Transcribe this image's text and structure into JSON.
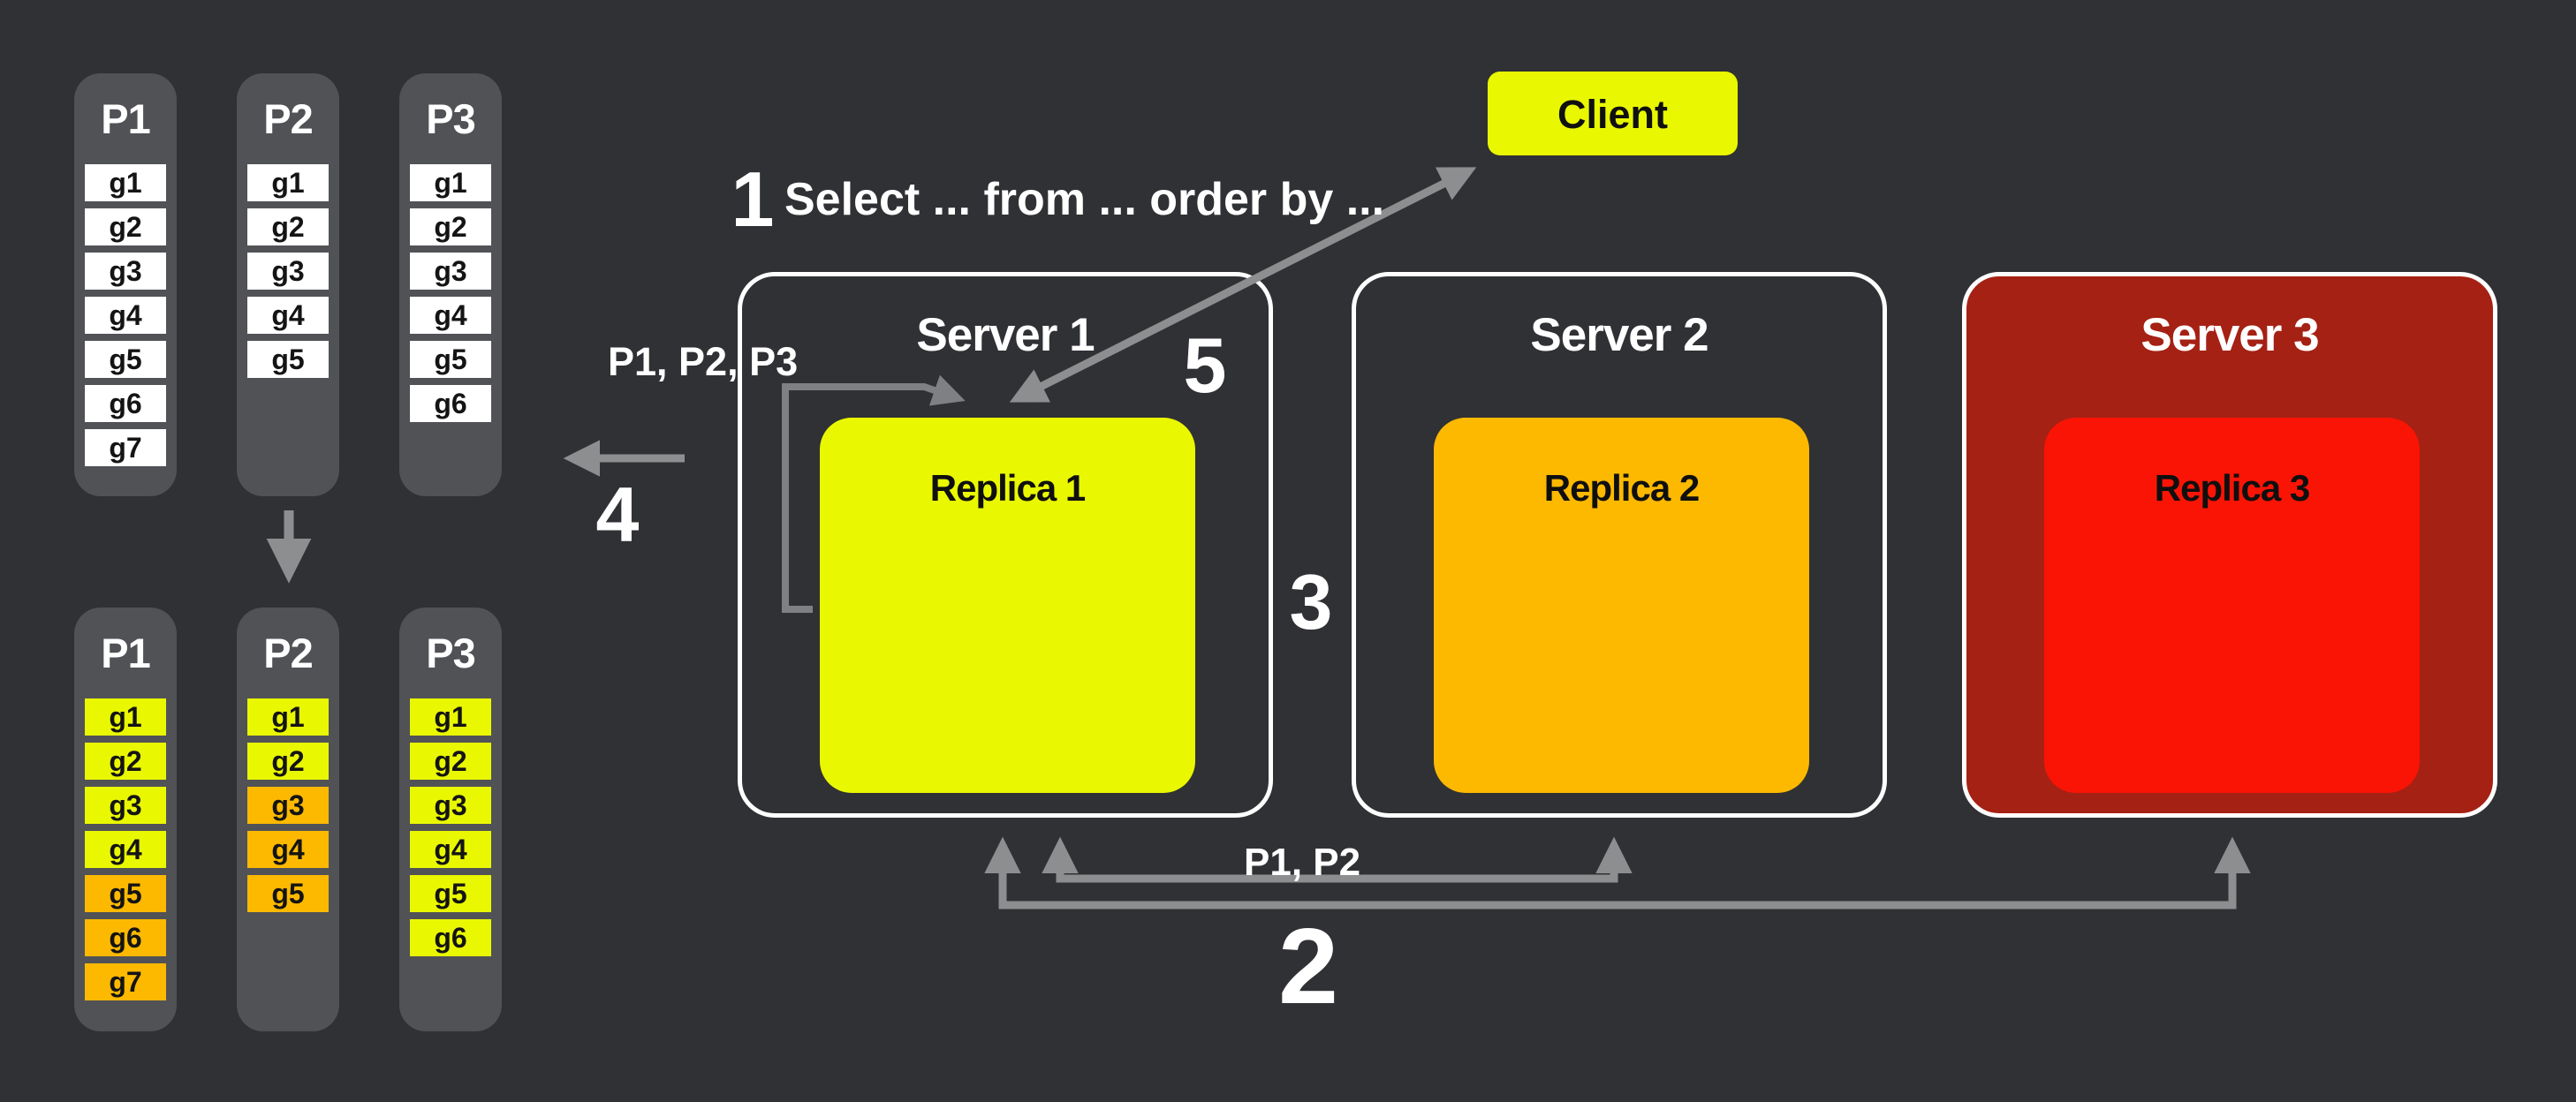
{
  "colors": {
    "background": "#303134",
    "column": "#515256",
    "cell_white": "#ffffff",
    "yellow": "#e9f800",
    "orange": "#fcb900",
    "server3_fill": "#a52114",
    "replica3_fill": "#f91405",
    "arrow": "#8d8e90",
    "staple_arrow": "#7f8083"
  },
  "partitions_top": [
    {
      "label": "P1",
      "cells": [
        {
          "text": "g1",
          "fill": "cell_white"
        },
        {
          "text": "g2",
          "fill": "cell_white"
        },
        {
          "text": "g3",
          "fill": "cell_white"
        },
        {
          "text": "g4",
          "fill": "cell_white"
        },
        {
          "text": "g5",
          "fill": "cell_white"
        },
        {
          "text": "g6",
          "fill": "cell_white"
        },
        {
          "text": "g7",
          "fill": "cell_white"
        }
      ]
    },
    {
      "label": "P2",
      "cells": [
        {
          "text": "g1",
          "fill": "cell_white"
        },
        {
          "text": "g2",
          "fill": "cell_white"
        },
        {
          "text": "g3",
          "fill": "cell_white"
        },
        {
          "text": "g4",
          "fill": "cell_white"
        },
        {
          "text": "g5",
          "fill": "cell_white"
        }
      ]
    },
    {
      "label": "P3",
      "cells": [
        {
          "text": "g1",
          "fill": "cell_white"
        },
        {
          "text": "g2",
          "fill": "cell_white"
        },
        {
          "text": "g3",
          "fill": "cell_white"
        },
        {
          "text": "g4",
          "fill": "cell_white"
        },
        {
          "text": "g5",
          "fill": "cell_white"
        },
        {
          "text": "g6",
          "fill": "cell_white"
        }
      ]
    }
  ],
  "partitions_bottom": [
    {
      "label": "P1",
      "cells": [
        {
          "text": "g1",
          "fill": "yellow"
        },
        {
          "text": "g2",
          "fill": "yellow"
        },
        {
          "text": "g3",
          "fill": "yellow"
        },
        {
          "text": "g4",
          "fill": "yellow"
        },
        {
          "text": "g5",
          "fill": "orange"
        },
        {
          "text": "g6",
          "fill": "orange"
        },
        {
          "text": "g7",
          "fill": "orange"
        }
      ]
    },
    {
      "label": "P2",
      "cells": [
        {
          "text": "g1",
          "fill": "yellow"
        },
        {
          "text": "g2",
          "fill": "yellow"
        },
        {
          "text": "g3",
          "fill": "orange"
        },
        {
          "text": "g4",
          "fill": "orange"
        },
        {
          "text": "g5",
          "fill": "orange"
        }
      ]
    },
    {
      "label": "P3",
      "cells": [
        {
          "text": "g1",
          "fill": "yellow"
        },
        {
          "text": "g2",
          "fill": "yellow"
        },
        {
          "text": "g3",
          "fill": "yellow"
        },
        {
          "text": "g4",
          "fill": "yellow"
        },
        {
          "text": "g5",
          "fill": "yellow"
        },
        {
          "text": "g6",
          "fill": "yellow"
        }
      ]
    }
  ],
  "client": {
    "label": "Client"
  },
  "servers": [
    {
      "name": "Server 1",
      "replica": "Replica 1",
      "replica_fill": "yellow"
    },
    {
      "name": "Server 2",
      "replica": "Replica 2",
      "replica_fill": "orange"
    },
    {
      "name": "Server 3",
      "replica": "Replica 3",
      "replica_fill": "replica3_fill"
    }
  ],
  "annotations": {
    "step1_num": "1",
    "step1_text": "Select ... from ... order by ...",
    "step2": "2",
    "step3": "3",
    "step4": "4",
    "step5": "5",
    "route_label": "P1, P2, P3",
    "replicate_label": "P1, P2"
  }
}
